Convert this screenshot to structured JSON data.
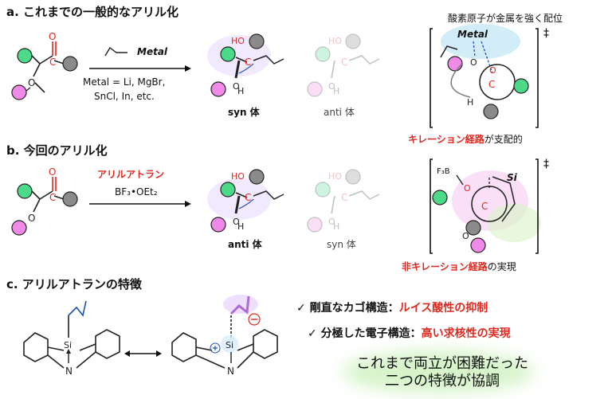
{
  "section_a": {
    "title": "a. これまでの一般的なアリル化",
    "reagent": "Metal",
    "metal_eq": "Metal = Li, MgBr,",
    "metal_list": "SnCl, In, etc.",
    "product_syn": "syn 体",
    "product_anti": "anti 体",
    "ts_caption": "酸素原子が金属を強く配位",
    "ts_metal": "Metal",
    "dagger": "‡",
    "result_red": "キレーション経路",
    "result_rest": "が支配的"
  },
  "section_b": {
    "title": "b. 今回のアリル化",
    "reagent": "アリルアトラン",
    "lewis_acid": "BF₃•OEt₂",
    "product_anti": "anti 体",
    "product_syn": "syn 体",
    "ts_f3b": "F₃B",
    "ts_si": "Si",
    "dagger": "‡",
    "result_red": "非キレーション経路",
    "result_rest": "の実現"
  },
  "section_c": {
    "title": "c. アリルアトランの特徴",
    "feature1_label": "✓ 剛直なカゴ構造：",
    "feature1_red": "ルイス酸性の抑制",
    "feature2_label": "✓ 分極した電子構造：",
    "feature2_red": "高い求核性の実現",
    "summary_line1": "これまで両立が困難だった",
    "summary_line2": "二つの特徴が協調",
    "atom_si": "Si",
    "atom_n": "N"
  },
  "colors": {
    "green": "#4cd98a",
    "pink": "#f08ae8",
    "gray": "#8a8a8a",
    "red": "#e0281f",
    "blue": "#1c4fb5",
    "purple": "#b06ad8"
  }
}
